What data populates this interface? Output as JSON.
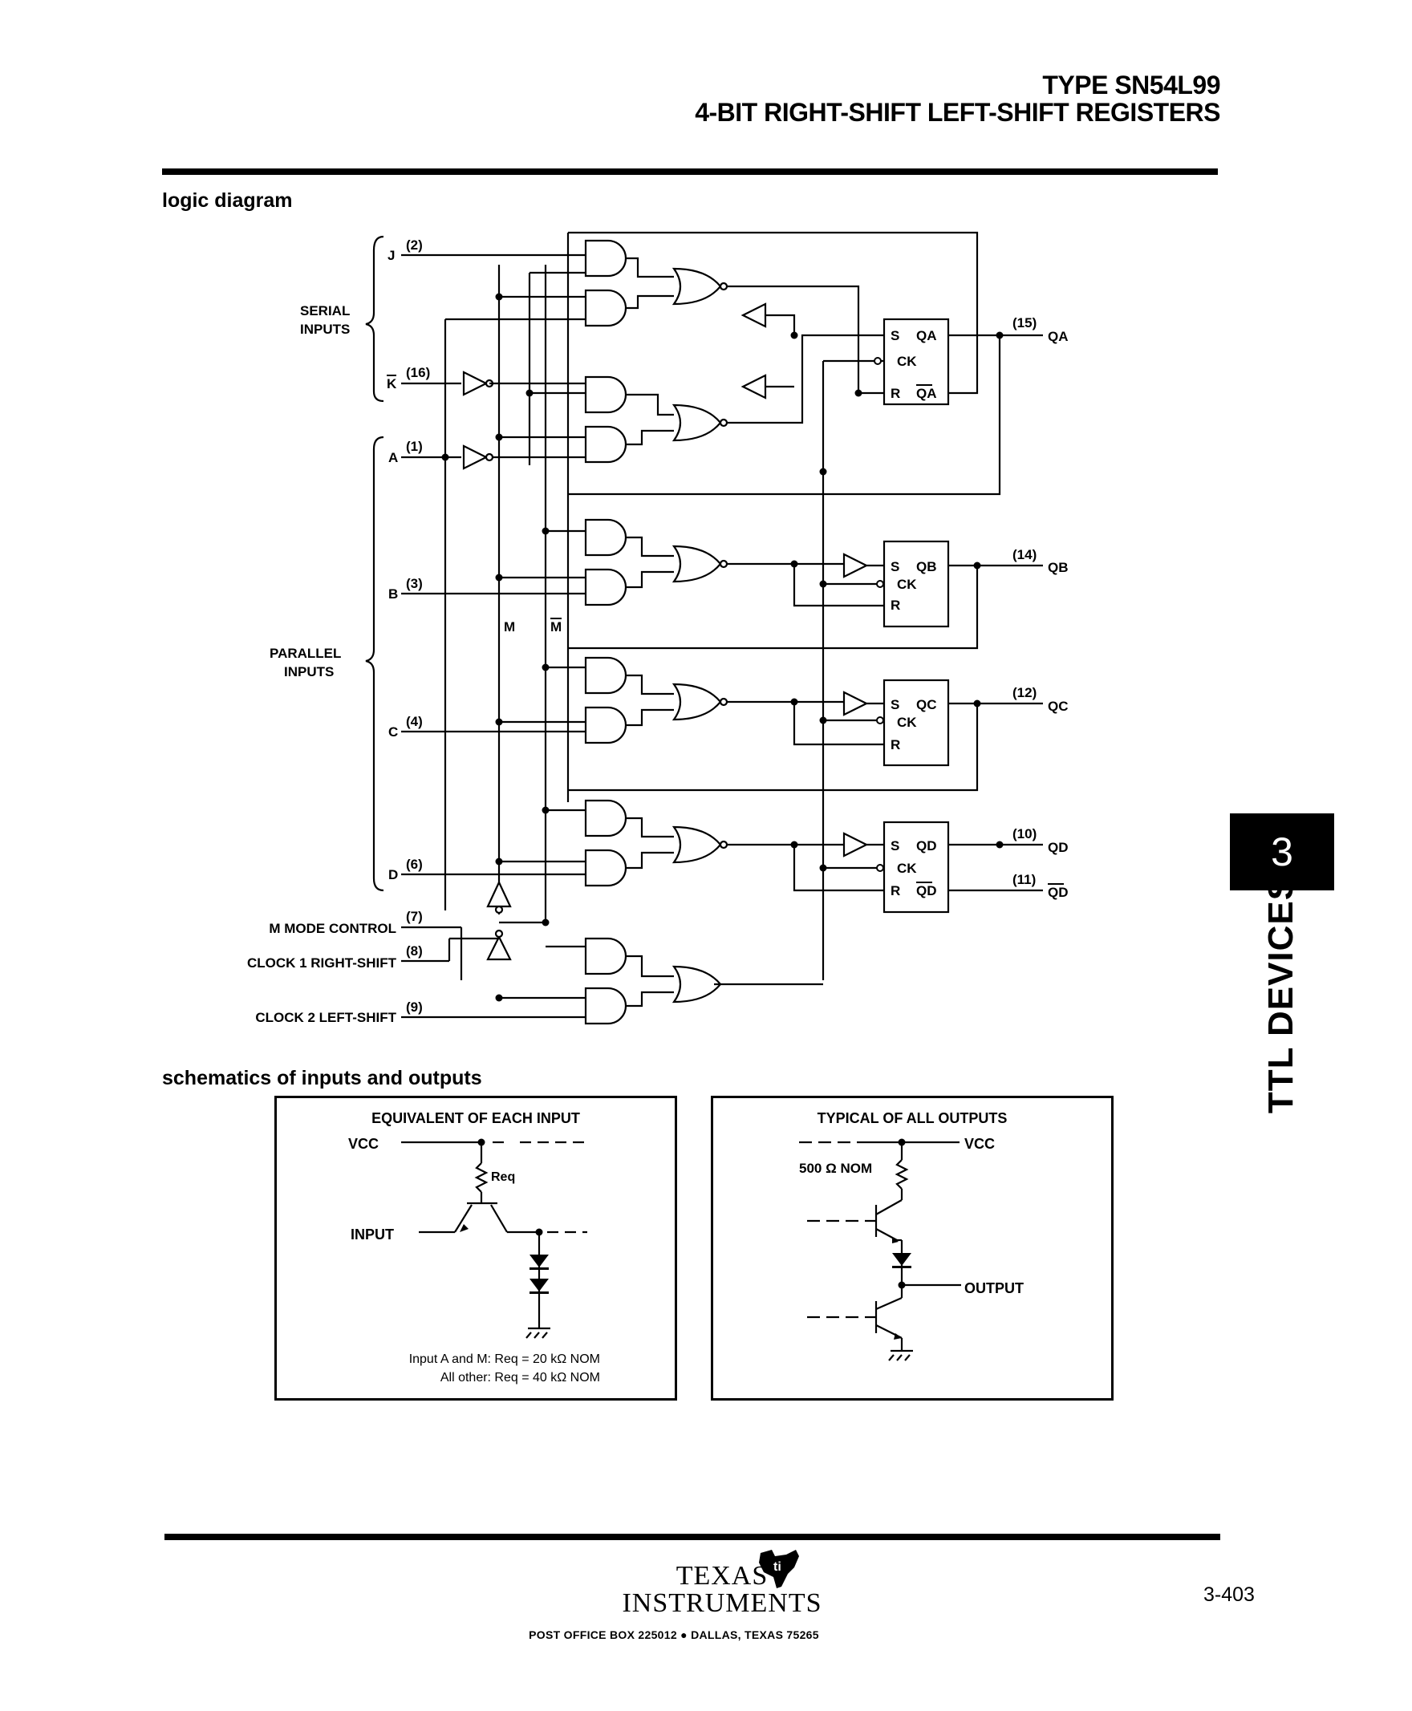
{
  "header": {
    "line1": "TYPE SN54L99",
    "line2": "4-BIT RIGHT-SHIFT LEFT-SHIFT REGISTERS"
  },
  "sections": {
    "logic_diagram": "logic diagram",
    "schematics": "schematics of inputs and outputs"
  },
  "logic": {
    "groups": {
      "serial_1": "SERIAL",
      "serial_2": "INPUTS",
      "parallel_1": "PARALLEL",
      "parallel_2": "INPUTS"
    },
    "inputs": {
      "J": "J",
      "J_pin": "(2)",
      "K": "K",
      "K_pin": "(16)",
      "A": "A",
      "A_pin": "(1)",
      "B": "B",
      "B_pin": "(3)",
      "C": "C",
      "C_pin": "(4)",
      "D": "D",
      "D_pin": "(6)",
      "mode": "M MODE CONTROL",
      "mode_pin": "(7)",
      "clk1": "CLOCK 1 RIGHT-SHIFT",
      "clk1_pin": "(8)",
      "clk2": "CLOCK 2 LEFT-SHIFT",
      "clk2_pin": "(9)"
    },
    "bus": {
      "m": "M",
      "mbar": "M"
    },
    "ff": {
      "s": "S",
      "ck": "CK",
      "r": "R",
      "qa": "QA",
      "qab": "QA",
      "qb": "QB",
      "qc": "QC",
      "qd": "QD",
      "qdb": "QD"
    },
    "outputs": {
      "qa_pin": "(15)",
      "qa": "QA",
      "qb_pin": "(14)",
      "qb": "QB",
      "qc_pin": "(12)",
      "qc": "QC",
      "qd_pin": "(10)",
      "qd": "QD",
      "qdb_pin": "(11)",
      "qdb": "QD"
    }
  },
  "input_schematic": {
    "title": "EQUIVALENT OF EACH INPUT",
    "vcc": "VCC",
    "req": "Req",
    "input": "INPUT",
    "note1": "Input A and M:  Req = 20 kΩ NOM",
    "note2": "All other:  Req = 40 kΩ NOM"
  },
  "output_schematic": {
    "title": "TYPICAL OF ALL OUTPUTS",
    "vcc": "VCC",
    "resistor": "500 Ω NOM",
    "output": "OUTPUT"
  },
  "tab": {
    "number": "3",
    "label": "TTL DEVICES"
  },
  "footer": {
    "logo_line1": "TEXAS",
    "logo_line2": "INSTRUMENTS",
    "address": "POST OFFICE BOX 225012 ● DALLAS, TEXAS 75265",
    "page_number": "3-403"
  }
}
